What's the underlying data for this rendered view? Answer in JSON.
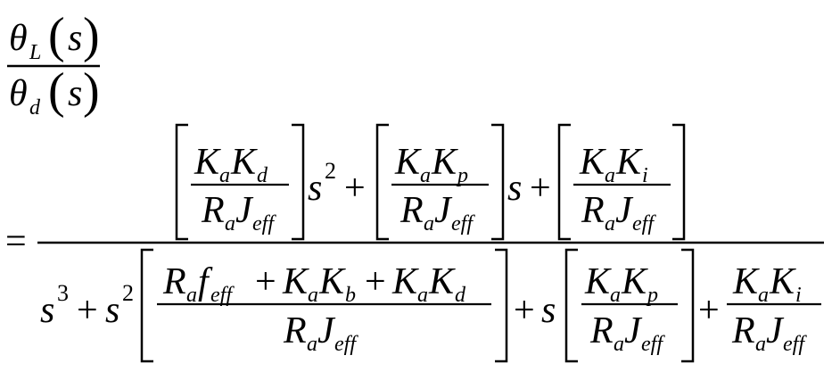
{
  "symbols": {
    "theta": "θ",
    "sub_L": "L",
    "sub_d": "d",
    "s": "s",
    "lparen": "(",
    "rparen": ")",
    "equals": "=",
    "plus": "+",
    "sq": "2",
    "cube": "3",
    "K": "K",
    "R": "R",
    "J": "J",
    "f": "f",
    "sub_a": "a",
    "sub_p": "p",
    "sub_i": "i",
    "sub_b": "b",
    "sub_eff": "eff"
  }
}
